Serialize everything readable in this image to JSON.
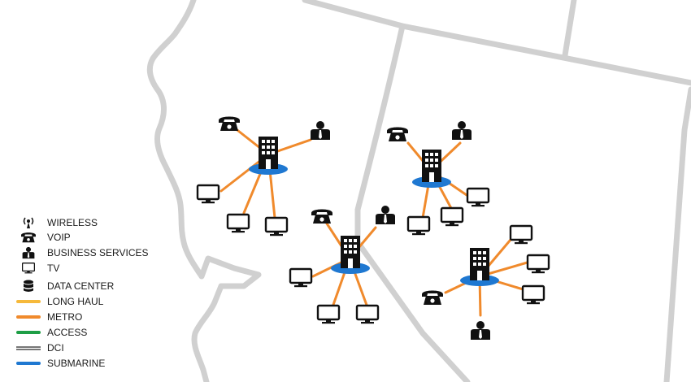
{
  "legend": {
    "items": [
      {
        "label": "WIRELESS",
        "icon": "wireless-icon"
      },
      {
        "label": "VOIP",
        "icon": "phone-icon"
      },
      {
        "label": "BUSINESS SERVICES",
        "icon": "person-icon"
      },
      {
        "label": "TV",
        "icon": "tv-icon"
      },
      {
        "label": "DATA CENTER",
        "icon": "database-icon"
      },
      {
        "label": "LONG HAUL",
        "line_color": "#f6b93b"
      },
      {
        "label": "METRO",
        "line_color": "#f08a2c"
      },
      {
        "label": "ACCESS",
        "line_color": "#1e9e46"
      },
      {
        "label": "DCI",
        "line_color": "#777777"
      },
      {
        "label": "SUBMARINE",
        "line_color": "#1f78d1"
      }
    ]
  },
  "colors": {
    "metro_link": "#f08a2c",
    "hub_base": "#1f78d1",
    "border": "#d0d0d0",
    "icon": "#111111"
  },
  "hubs": [
    {
      "name": "hub-northwest",
      "endpoints": [
        "phone-icon",
        "person-icon",
        "tv-icon",
        "tv-icon",
        "tv-icon"
      ]
    },
    {
      "name": "hub-northeast",
      "endpoints": [
        "phone-icon",
        "person-icon",
        "tv-icon",
        "tv-icon",
        "tv-icon"
      ]
    },
    {
      "name": "hub-center",
      "endpoints": [
        "phone-icon",
        "person-icon",
        "tv-icon",
        "tv-icon",
        "tv-icon"
      ]
    },
    {
      "name": "hub-southeast",
      "endpoints": [
        "phone-icon",
        "person-icon",
        "tv-icon",
        "tv-icon",
        "tv-icon"
      ]
    }
  ]
}
